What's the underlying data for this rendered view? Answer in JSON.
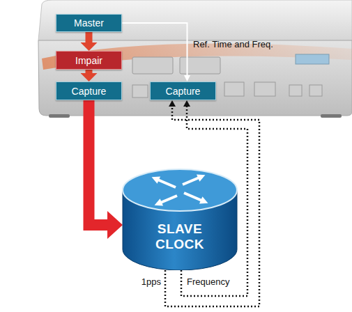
{
  "diagram": {
    "nodes": [
      {
        "text": [
          "Master"
        ]
      },
      {
        "text": [
          "Impair"
        ]
      },
      {
        "text": [
          "Capture"
        ]
      },
      {
        "text": [
          "Capture"
        ]
      },
      {
        "text": [
          "SLAVE CLOCK"
        ]
      }
    ],
    "edges": [
      {
        "from": 0,
        "to": 1,
        "arrow": "to"
      },
      {
        "from": 1,
        "to": 2,
        "arrow": "to"
      },
      {
        "from": 0,
        "to": 3,
        "arrow": "to",
        "label": "Ref. Time and Freq."
      },
      {
        "from": 2,
        "to": 4,
        "arrow": "to"
      },
      {
        "from": 4,
        "to": 3,
        "arrow": "to",
        "label": "1pps"
      },
      {
        "from": 4,
        "to": 3,
        "arrow": "to",
        "label": "Frequency"
      }
    ]
  }
}
